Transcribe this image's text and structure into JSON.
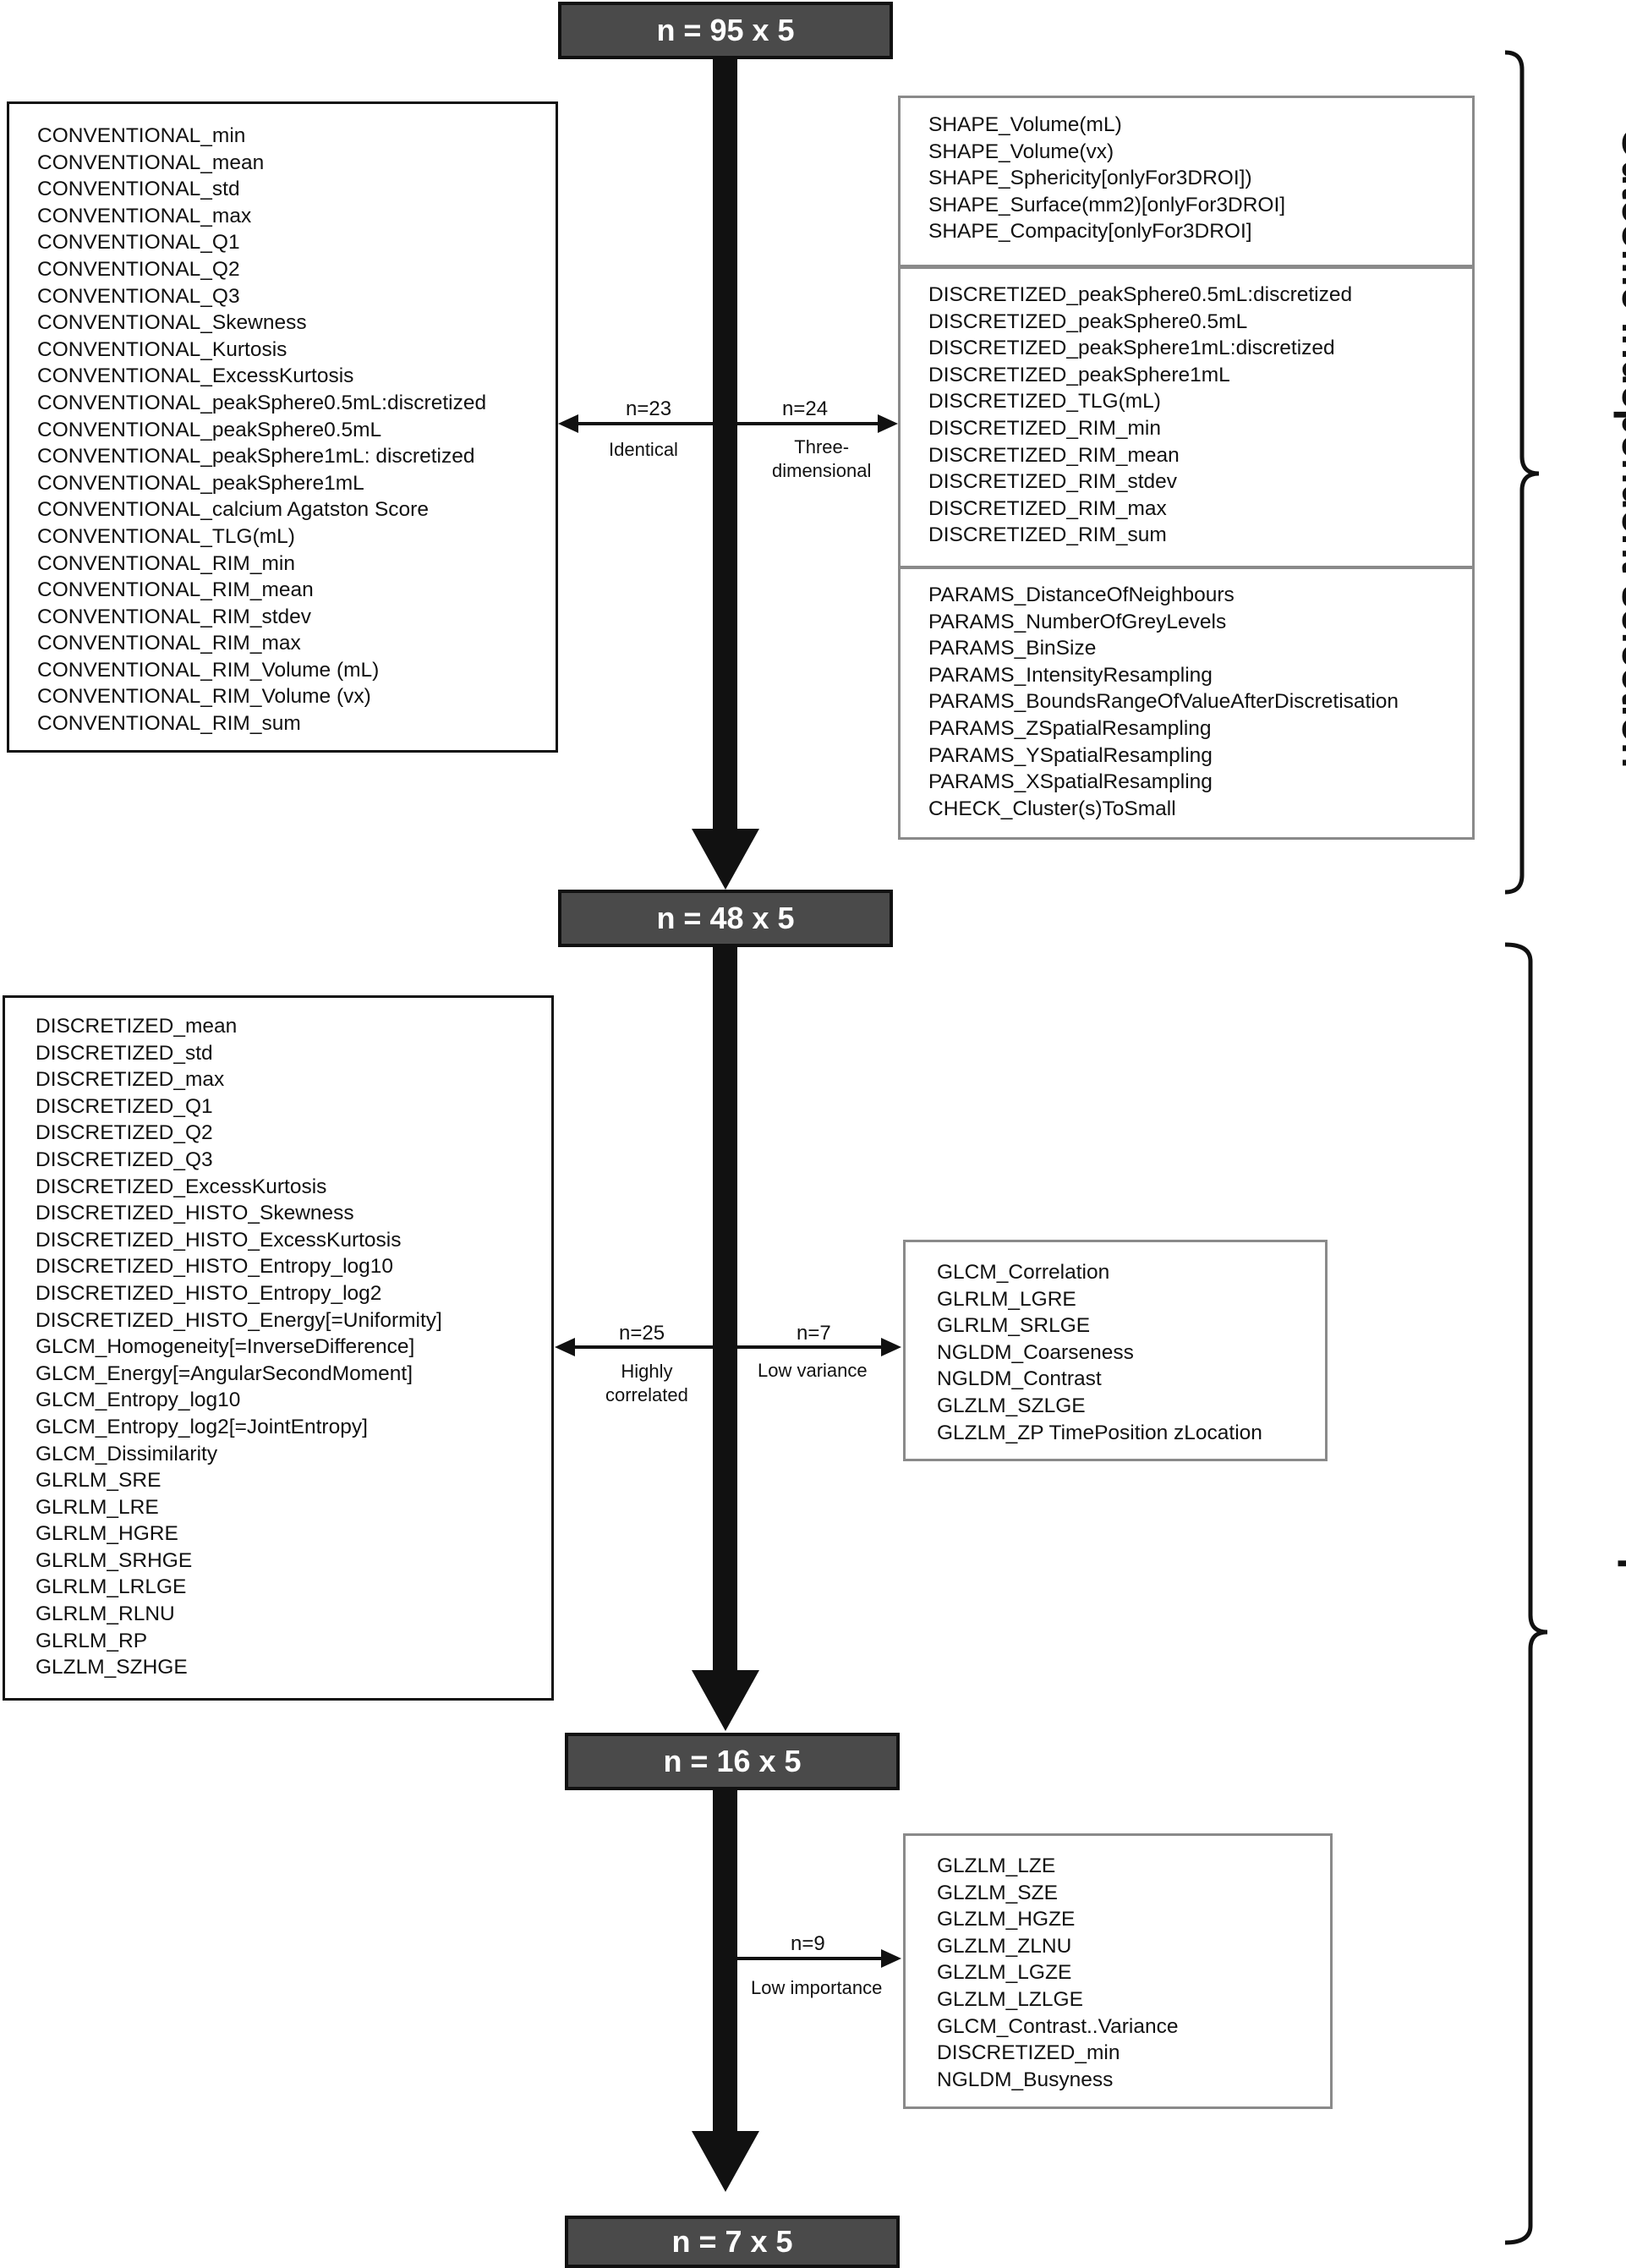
{
  "stages": [
    "n = 95 x 5",
    "n = 48 x 5",
    "n = 16 x 5",
    "n = 7 x 5"
  ],
  "branches": [
    {
      "count": "n=23",
      "label": "Identical"
    },
    {
      "count": "n=24",
      "label": "Three-\ndimensional"
    },
    {
      "count": "n=25",
      "label": "Highly\ncorrelated"
    },
    {
      "count": "n=7",
      "label": "Low variance"
    },
    {
      "count": "n=9",
      "label": "Low importance"
    }
  ],
  "lists": {
    "identical": [
      "CONVENTIONAL_min",
      "CONVENTIONAL_mean",
      "CONVENTIONAL_std",
      "CONVENTIONAL_max",
      "CONVENTIONAL_Q1",
      "CONVENTIONAL_Q2",
      "CONVENTIONAL_Q3",
      "CONVENTIONAL_Skewness",
      "CONVENTIONAL_Kurtosis",
      "CONVENTIONAL_ExcessKurtosis",
      "CONVENTIONAL_peakSphere0.5mL:discretized",
      "CONVENTIONAL_peakSphere0.5mL",
      "CONVENTIONAL_peakSphere1mL: discretized",
      "CONVENTIONAL_peakSphere1mL",
      "CONVENTIONAL_calcium Agatston Score",
      "CONVENTIONAL_TLG(mL)",
      "CONVENTIONAL_RIM_min",
      "CONVENTIONAL_RIM_mean",
      "CONVENTIONAL_RIM_stdev",
      "CONVENTIONAL_RIM_max",
      "CONVENTIONAL_RIM_Volume (mL)",
      "CONVENTIONAL_RIM_Volume (vx)",
      "CONVENTIONAL_RIM_sum"
    ],
    "shape": [
      "SHAPE_Volume(mL)",
      "SHAPE_Volume(vx)",
      "SHAPE_Sphericity[onlyFor3DROI])",
      "SHAPE_Surface(mm2)[onlyFor3DROI]",
      "SHAPE_Compacity[onlyFor3DROI]"
    ],
    "discretized": [
      "DISCRETIZED_peakSphere0.5mL:discretized",
      "DISCRETIZED_peakSphere0.5mL",
      "DISCRETIZED_peakSphere1mL:discretized",
      "DISCRETIZED_peakSphere1mL",
      "DISCRETIZED_TLG(mL)",
      "DISCRETIZED_RIM_min",
      "DISCRETIZED_RIM_mean",
      "DISCRETIZED_RIM_stdev",
      "DISCRETIZED_RIM_max",
      "DISCRETIZED_RIM_sum"
    ],
    "params": [
      "PARAMS_DistanceOfNeighbours",
      "PARAMS_NumberOfGreyLevels",
      "PARAMS_BinSize",
      "PARAMS_IntensityResampling",
      "PARAMS_BoundsRangeOfValueAfterDiscretisation",
      "PARAMS_ZSpatialResampling",
      "PARAMS_YSpatialResampling",
      "PARAMS_XSpatialResampling",
      "CHECK_Cluster(s)ToSmall"
    ],
    "correlated": [
      "DISCRETIZED_mean",
      "DISCRETIZED_std",
      "DISCRETIZED_max",
      "DISCRETIZED_Q1",
      "DISCRETIZED_Q2",
      "DISCRETIZED_Q3",
      "DISCRETIZED_ExcessKurtosis",
      "DISCRETIZED_HISTO_Skewness",
      "DISCRETIZED_HISTO_ExcessKurtosis",
      "DISCRETIZED_HISTO_Entropy_log10",
      "DISCRETIZED_HISTO_Entropy_log2",
      "DISCRETIZED_HISTO_Energy[=Uniformity]",
      "GLCM_Homogeneity[=InverseDifference]",
      "GLCM_Energy[=AngularSecondMoment]",
      "GLCM_Entropy_log10",
      "GLCM_Entropy_log2[=JointEntropy]",
      "GLCM_Dissimilarity",
      "GLRLM_SRE",
      "GLRLM_LRE",
      "GLRLM_HGRE",
      "GLRLM_SRHGE",
      "GLRLM_LRLGE",
      "GLRLM_RLNU",
      "GLRLM_RP",
      "GLZLM_SZHGE"
    ],
    "lowvariance": [
      "GLCM_Correlation",
      "GLRLM_LGRE",
      "GLRLM_SRLGE",
      "NGLDM_Coarseness",
      "NGLDM_Contrast",
      "GLZLM_SZLGE",
      "GLZLM_ZP TimePosition zLocation"
    ],
    "lowimportance": [
      "GLZLM_LZE",
      "GLZLM_SZE",
      "GLZLM_HGZE",
      "GLZLM_ZLNU",
      "GLZLM_LGZE",
      "GLZLM_LZLGE",
      "GLCM_Contrast..Variance",
      "DISCRETIZED_min",
      "NGLDM_Busyness"
    ]
  },
  "side_labels": [
    "Outcome independent selection",
    "Outcome dependent selection"
  ],
  "colors": {
    "stage_fill": "#4a4a4a",
    "line": "#111111",
    "gray_border": "#8a8a8a"
  }
}
